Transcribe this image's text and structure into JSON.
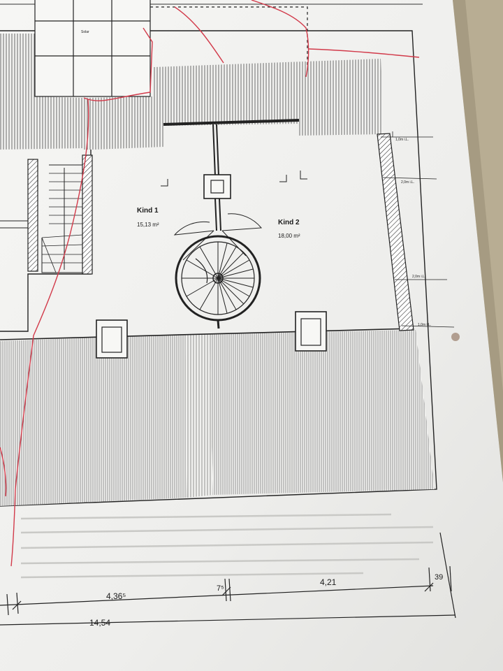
{
  "colors": {
    "table": "#b8ad93",
    "paper": "#f3f3f1",
    "ink": "#1a1a1a",
    "hatch": "#666666",
    "pen": "#d23a4a"
  },
  "rooms": [
    {
      "name": "Kind 1",
      "area": "15,13 m²"
    },
    {
      "name": "Kind 2",
      "area": "18,00 m²"
    }
  ],
  "solar_label": "Solar",
  "dimensions": {
    "segment_left": "4,36⁵",
    "segment_gap": "7⁵",
    "segment_right": "4,21",
    "segment_end": "39",
    "total": "14,54"
  },
  "heights": [
    "1,0m i.L.",
    "2,0m i.L.",
    "2,0m i.L.",
    "1,0m i.L."
  ]
}
